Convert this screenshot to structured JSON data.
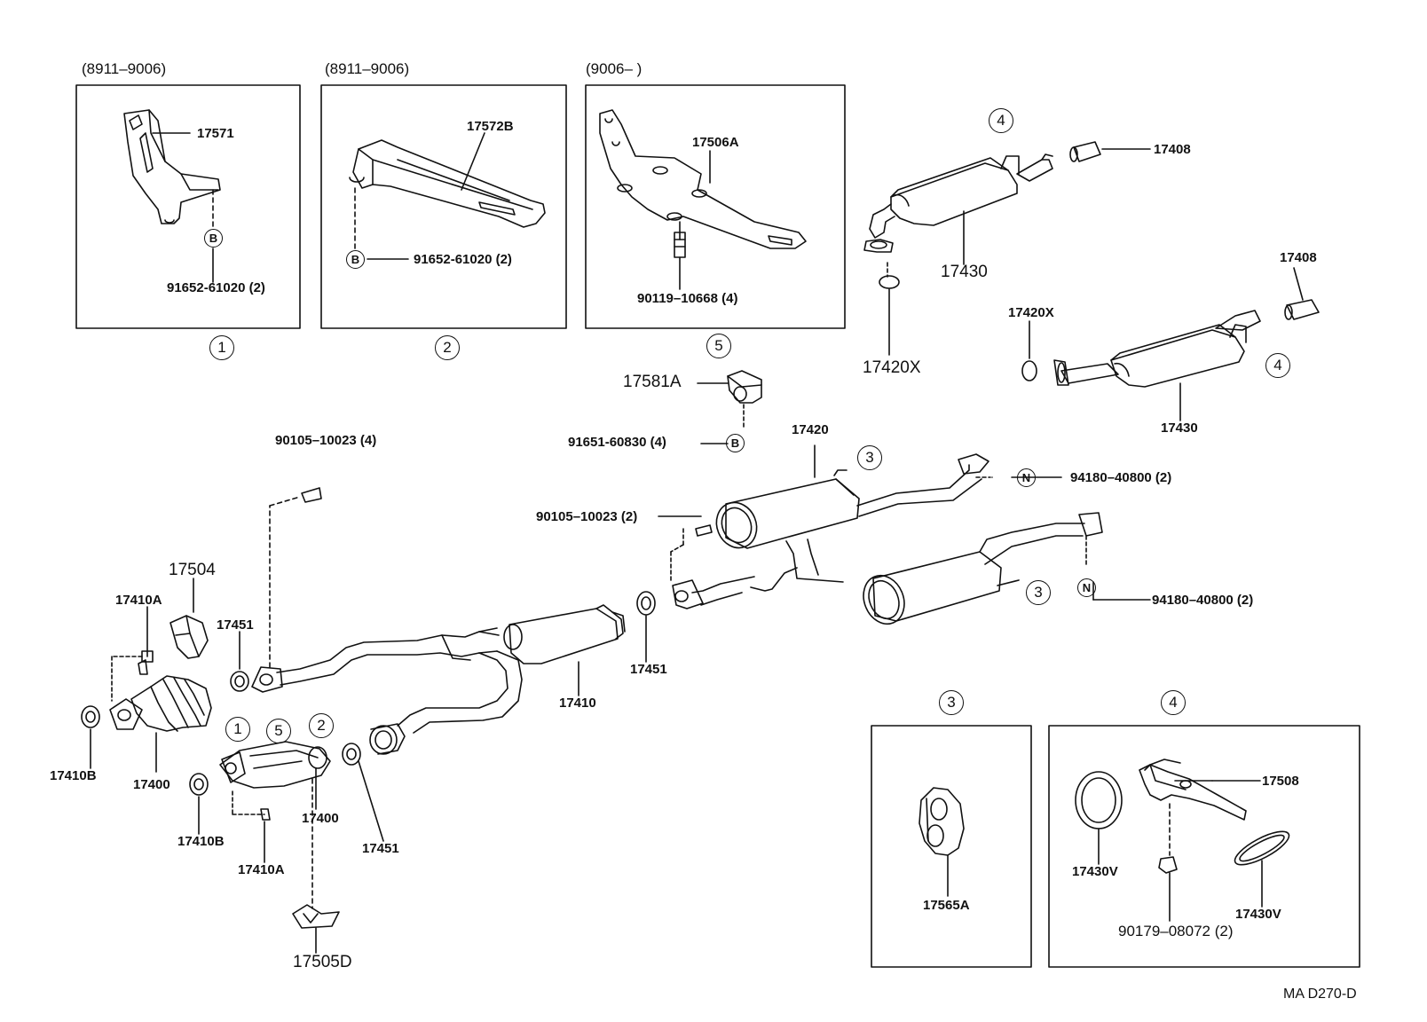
{
  "header_ranges": {
    "box1": "(8911–9006)",
    "box2": "(8911–9006)",
    "box5": "(9006–        )"
  },
  "callouts": {
    "c1": "1",
    "c2": "2",
    "c3": "3",
    "c4": "4",
    "c5": "5",
    "b_marker": "B",
    "n_marker": "N"
  },
  "parts": {
    "p17571": "17571",
    "p91652_a": "91652-61020 (2)",
    "p17572b": "17572B",
    "p91652_b": "91652-61020 (2)",
    "p17506a": "17506A",
    "p90119": "90119–10668 (4)",
    "p17581a": "17581A",
    "p91651": "91651-60830 (4)",
    "p17408_a": "17408",
    "p17430_a": "17430",
    "p17420x_a": "17420X",
    "p17408_b": "17408",
    "p17420x_b": "17420X",
    "p17430_b": "17430",
    "p90105_4": "90105–10023 (4)",
    "p17420": "17420",
    "p94180_a": "94180–40800 (2)",
    "p90105_2": "90105–10023 (2)",
    "p94180_b": "94180–40800 (2)",
    "p17504": "17504",
    "p17410a_a": "17410A",
    "p17451_a": "17451",
    "p17451_b": "17451",
    "p17410": "17410",
    "p17410b_a": "17410B",
    "p17400_a": "17400",
    "p17410b_b": "17410B",
    "p17400_b": "17400",
    "p17451_c": "17451",
    "p17410a_b": "17410A",
    "p17505d": "17505D",
    "p17565a": "17565A",
    "p17508": "17508",
    "p17430v_a": "17430V",
    "p17430v_b": "17430V",
    "p90179": "90179–08072 (2)"
  },
  "footer_ref": "MA D270-D"
}
